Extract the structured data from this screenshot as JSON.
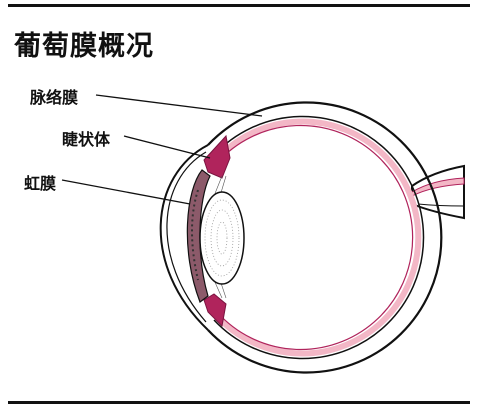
{
  "title": "葡萄膜概况",
  "labels": {
    "choroid": "脉络膜",
    "ciliary_body": "睫状体",
    "iris": "虹膜"
  },
  "colors": {
    "uvea": "#b0245c",
    "choroid_fill": "#f3b7c6",
    "outline": "#111111"
  }
}
